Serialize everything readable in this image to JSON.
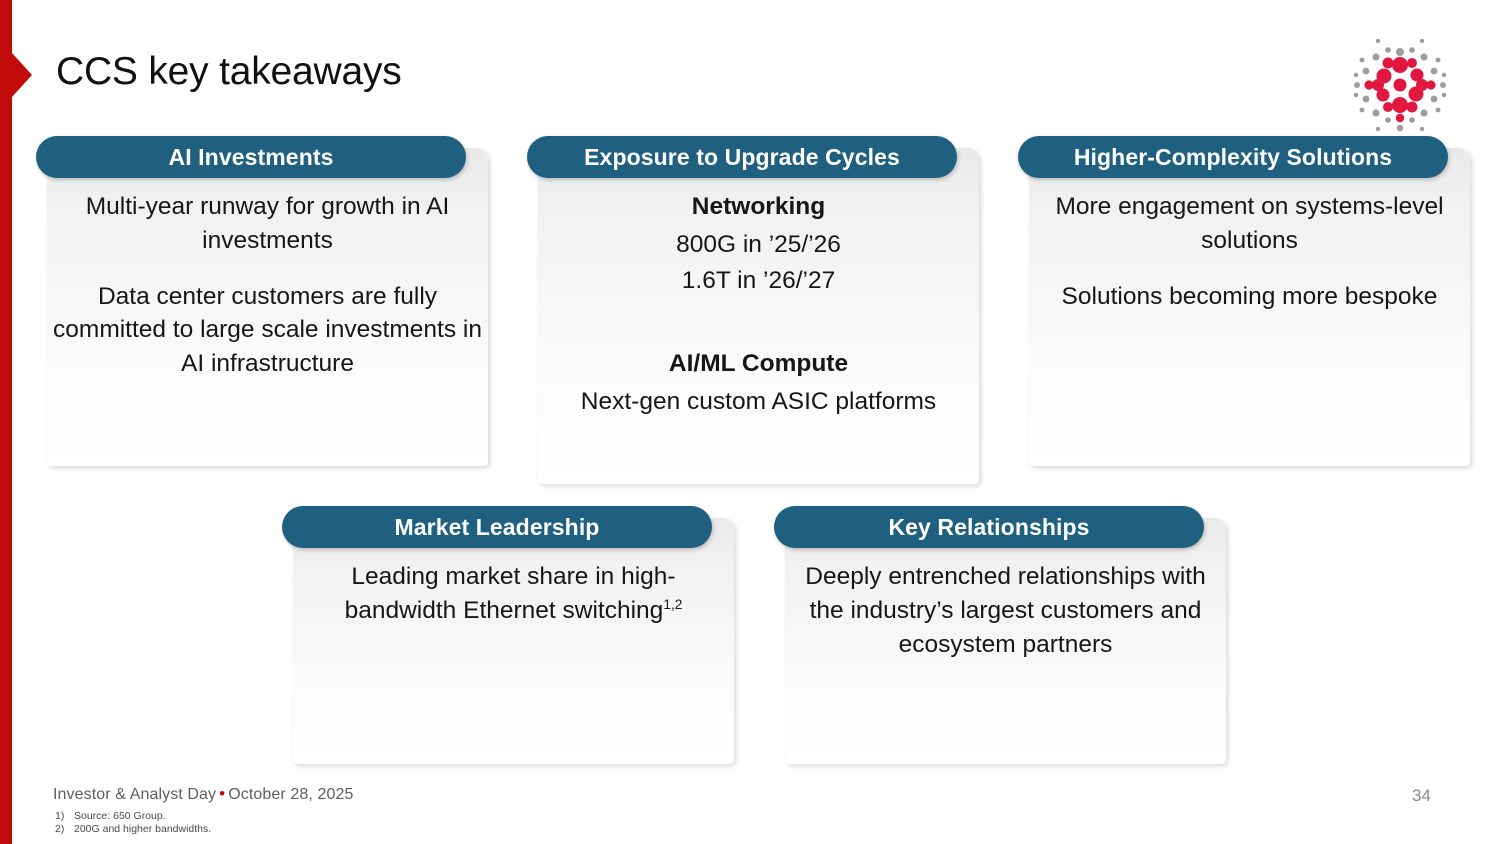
{
  "slide": {
    "title": "CCS key takeaways",
    "accent_red": "#c10a0a",
    "header_blue": "#1f5f7f",
    "logo_name": "marvell-radial-dots-logo",
    "logo_red": "#e2173f",
    "logo_gray": "#9d9d9d"
  },
  "cards": [
    {
      "id": "ai-investments",
      "header": "AI Investments",
      "paragraphs": [
        "Multi-year runway for growth in AI investments",
        "Data center customers are fully committed to large scale investments in AI infrastructure"
      ]
    },
    {
      "id": "upgrade-cycles",
      "header": "Exposure to Upgrade Cycles",
      "sections": [
        {
          "subhead": "Networking",
          "lines": [
            "800G in ’25/’26",
            "1.6T in ’26/’27"
          ]
        },
        {
          "subhead": "AI/ML Compute",
          "lines": [
            "Next-gen custom ASIC platforms"
          ]
        }
      ]
    },
    {
      "id": "higher-complexity",
      "header": "Higher-Complexity Solutions",
      "paragraphs": [
        "More engagement on systems-level solutions",
        "Solutions becoming more bespoke"
      ]
    },
    {
      "id": "market-leadership",
      "header": "Market Leadership",
      "paragraph_prefix": "Leading market share in high-bandwidth Ethernet switching",
      "paragraph_superscript": "1,2"
    },
    {
      "id": "key-relationships",
      "header": "Key Relationships",
      "paragraphs": [
        "Deeply entrenched relationships with the industry’s largest customers and ecosystem partners"
      ]
    }
  ],
  "footer": {
    "event": "Investor & Analyst Day",
    "bullet": "•",
    "date": "October 28, 2025",
    "page_number": "34",
    "footnotes": [
      {
        "marker": "1)",
        "text": "Source: 650 Group."
      },
      {
        "marker": "2)",
        "text": "200G and higher bandwidths."
      }
    ]
  }
}
